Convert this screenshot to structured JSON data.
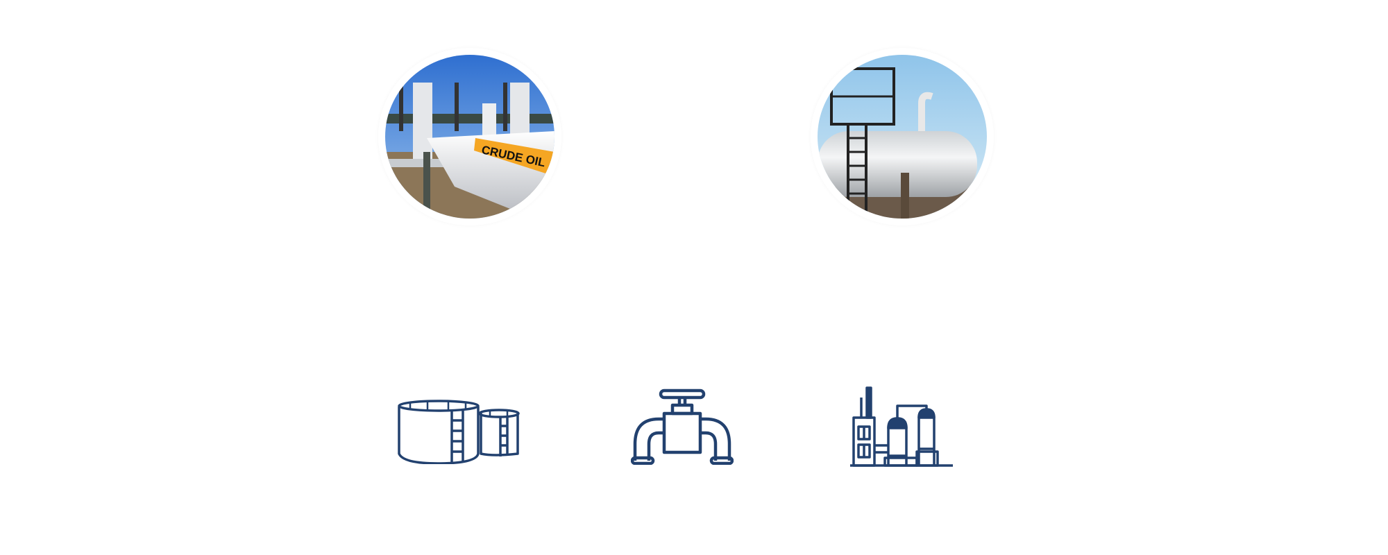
{
  "photos": [
    {
      "name": "crude-oil-pipeline-photo",
      "label": "CRUDE OIL"
    },
    {
      "name": "separator-vessel-photo"
    }
  ],
  "icons": [
    "storage-tanks-icon",
    "pipe-valve-icon",
    "refinery-icon"
  ],
  "colors": {
    "icon": "#22416f",
    "background": "#ffffff",
    "label_band": "#f5a623"
  }
}
